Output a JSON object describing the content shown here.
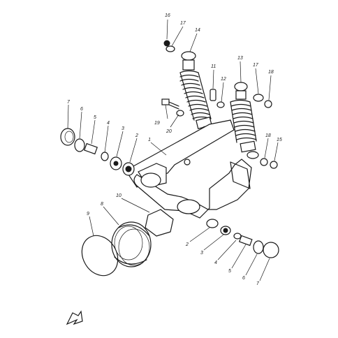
{
  "callouts": {
    "c16": "16",
    "c17_top": "17",
    "c14": "14",
    "c11": "11",
    "c12": "12",
    "c13": "13",
    "c17_right": "17",
    "c18_top": "18",
    "c19": "19",
    "c20": "20",
    "c18_lower": "18",
    "c15": "15",
    "c7_left": "7",
    "c6_left": "6",
    "c5_left": "5",
    "c4_left": "4",
    "c3_left": "3",
    "c2_left": "2",
    "c1": "1",
    "c10": "10",
    "c8": "8",
    "c9": "9",
    "c2_bottom": "2",
    "c3_bottom": "3",
    "c4_bottom": "4",
    "c5_bottom": "5",
    "c6_bottom": "6",
    "c7_bottom": "7"
  },
  "icons": {
    "direction_arrow": "front-arrow-icon"
  }
}
